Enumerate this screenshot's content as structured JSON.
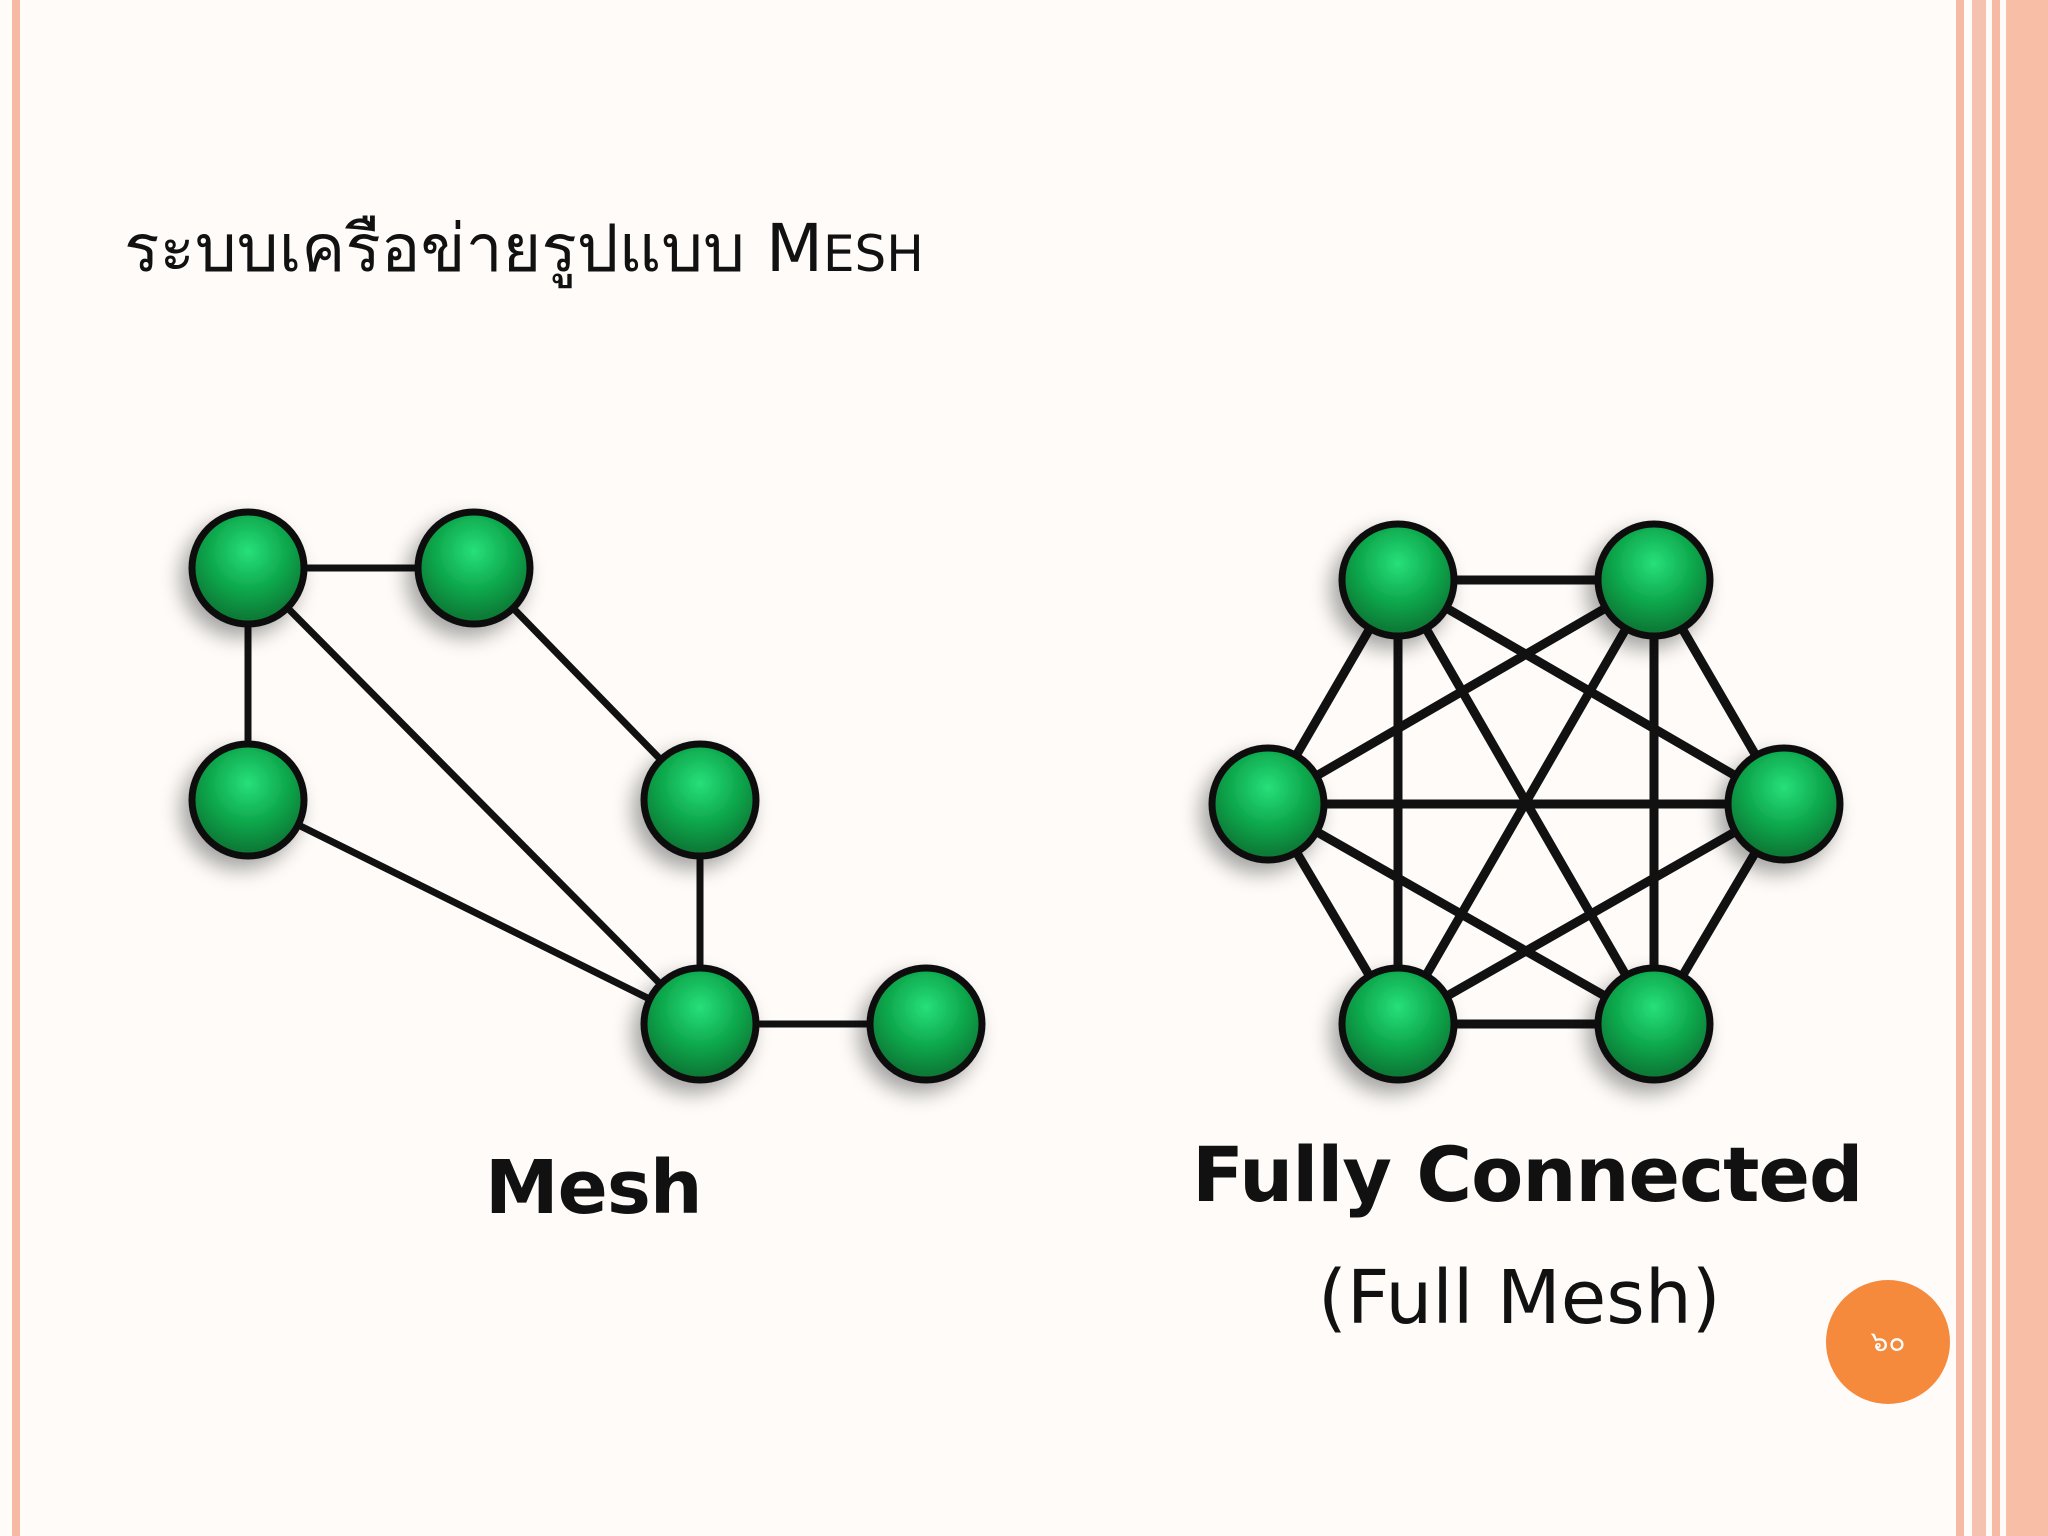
{
  "slide": {
    "title_thai": "ระบบเครือข่ายรูปแบบ",
    "title_m": "M",
    "title_rest": "ESH"
  },
  "diagrams": {
    "mesh_label": "Mesh",
    "full_label": "Fully Connected",
    "full_sublabel": "(Full Mesh)"
  },
  "page_number": "๖๐",
  "colors": {
    "node_fill": "#0da64b",
    "node_highlight": "#27e07a",
    "edge": "#111111",
    "border": "#f6b9a4",
    "badge": "#f58a3c"
  }
}
